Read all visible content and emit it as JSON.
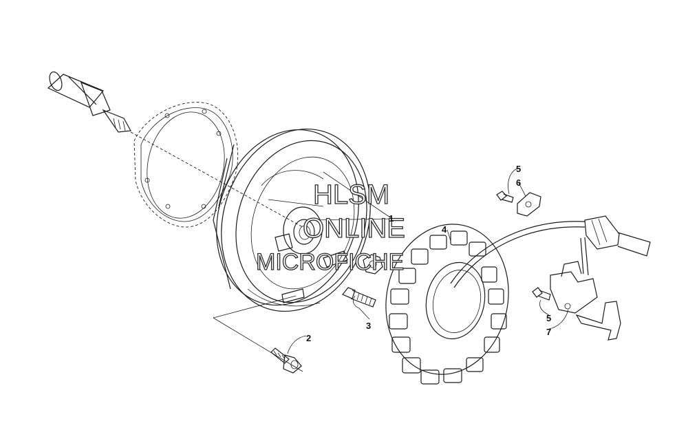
{
  "watermark": {
    "line1": "HLSM",
    "line2": "ONLINE",
    "line3": "MICROFICHE"
  },
  "callouts": [
    {
      "id": "1",
      "text": "1"
    },
    {
      "id": "2",
      "text": "2"
    },
    {
      "id": "3",
      "text": "3"
    },
    {
      "id": "4",
      "text": "4"
    },
    {
      "id": "5a",
      "text": "5"
    },
    {
      "id": "6",
      "text": "6"
    },
    {
      "id": "5b",
      "text": "5"
    },
    {
      "id": "7",
      "text": "7"
    }
  ],
  "colors": {
    "background": "#ffffff",
    "line": "#1a1a1a"
  }
}
